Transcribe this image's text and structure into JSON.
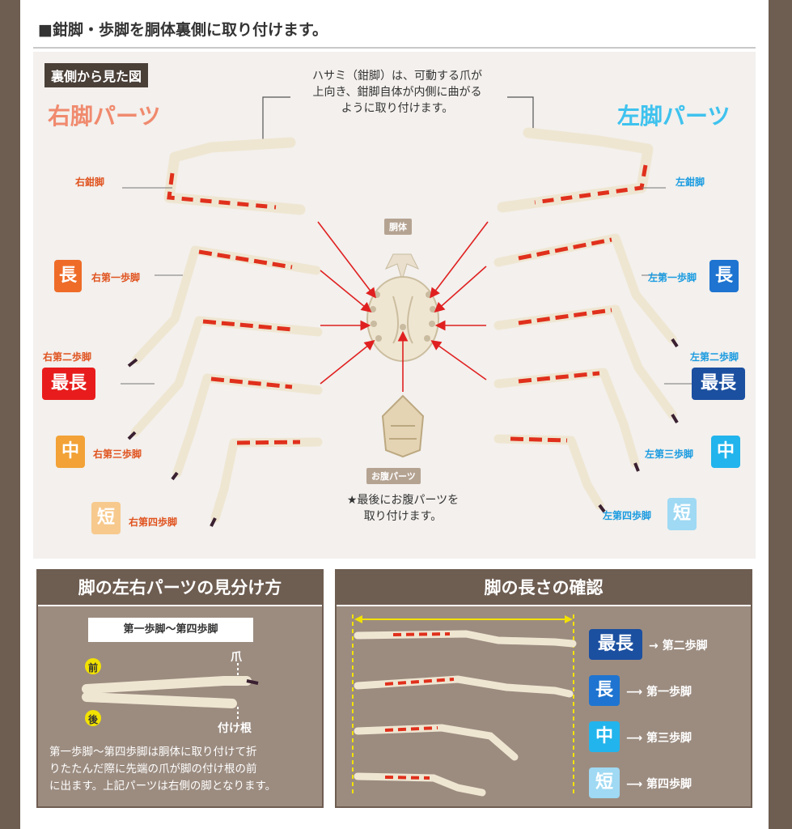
{
  "header": {
    "title": "■鉗脚・歩脚を胴体裏側に取り付けます。"
  },
  "diagram": {
    "view_tag": "裏側から見た図",
    "right_title": "右脚パーツ",
    "left_title": "左脚パーツ",
    "claw_note": [
      "ハサミ（鉗脚）は、可動する爪が",
      "上向き、鉗脚自体が内側に曲がる",
      "ように取り付けます。"
    ],
    "body_tag": "胴体",
    "abdomen_tag": "お腹パーツ",
    "abdomen_note": [
      "★最後にお腹パーツを",
      "取り付けます。"
    ],
    "right_labels": {
      "claw": "右鉗脚",
      "leg1": "右第一歩脚",
      "leg2": "右第二歩脚",
      "leg3": "右第三歩脚",
      "leg4": "右第四歩脚"
    },
    "left_labels": {
      "claw": "左鉗脚",
      "leg1": "左第一歩脚",
      "leg2": "左第二歩脚",
      "leg3": "左第三歩脚",
      "leg4": "左第四歩脚"
    },
    "badges": {
      "long": "長",
      "longest": "最長",
      "mid": "中",
      "short": "短"
    },
    "colors": {
      "right_title": "#f08a6e",
      "left_title": "#3fc2ee",
      "arrow": "#e02020",
      "paint": "#e0301c",
      "bone": "#f2ead8"
    }
  },
  "panel_left": {
    "title": "脚の左右パーツの見分け方",
    "caption": "第一歩脚〜第四歩脚",
    "front": "前",
    "back": "後",
    "claw": "爪",
    "root": "付け根",
    "description": [
      "第一歩脚〜第四歩脚は胴体に取り付けて折",
      "りたたんだ際に先端の爪が脚の付け根の前",
      "に出ます。上記パーツは右側の脚となります。"
    ]
  },
  "panel_right": {
    "title": "脚の長さの確認",
    "items": [
      {
        "badge": "最長",
        "text": "第二歩脚",
        "color": "#1b4fa0"
      },
      {
        "badge": "長",
        "text": "第一歩脚",
        "color": "#1e74d0"
      },
      {
        "badge": "中",
        "text": "第三歩脚",
        "color": "#22b4ec"
      },
      {
        "badge": "短",
        "text": "第四歩脚",
        "color": "#9fd9f3"
      }
    ]
  }
}
